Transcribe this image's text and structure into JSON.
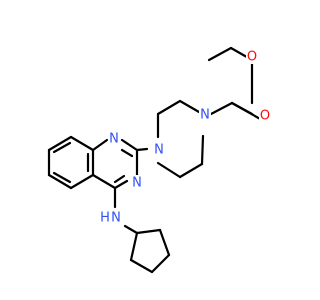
{
  "molecule": {
    "atom_labels": {
      "n_piperazine_top": "N",
      "n_piperazine_bottom": "N",
      "o_ester": "O",
      "o_carbonyl": "O",
      "n_quinazoline_top": "N",
      "n_quinazoline_bottom": "N",
      "nh_amine": "H",
      "n_amine": "N"
    },
    "colors": {
      "bond": "#000000",
      "nitrogen": "#3050F8",
      "oxygen": "#FF0D0D",
      "background": "#FFFFFF"
    }
  }
}
